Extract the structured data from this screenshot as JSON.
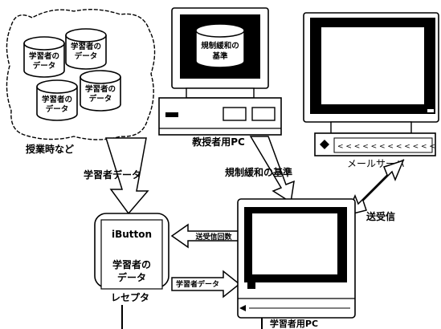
{
  "cloud": {
    "caption": "授業時など",
    "cylinders": [
      {
        "line1": "学習者の",
        "line2": "データ"
      },
      {
        "line1": "学習者の",
        "line2": "データ"
      },
      {
        "line1": "学習者の",
        "line2": "データ"
      },
      {
        "line1": "学習者の",
        "line2": "データ"
      }
    ]
  },
  "teacher_pc": {
    "caption": "教授者用PC",
    "screen_line1": "規制緩和の",
    "screen_line2": "基準"
  },
  "mail_server": {
    "caption": "メールサーバ"
  },
  "receptor": {
    "caption": "レセプタ",
    "ibutton": "iButton",
    "data_line1": "学習者の",
    "data_line2": "データ"
  },
  "learner_pc": {
    "caption": "学習者用PC"
  },
  "arrows": {
    "cloud_to_receptor": "学習者データ",
    "teacher_to_learner": "規制緩和の基準",
    "server_link": "送受信",
    "send_count": "送受信回数",
    "receptor_to_learner": "学習者データ"
  },
  "colors": {
    "ink": "#000000",
    "paper": "#ffffff"
  }
}
